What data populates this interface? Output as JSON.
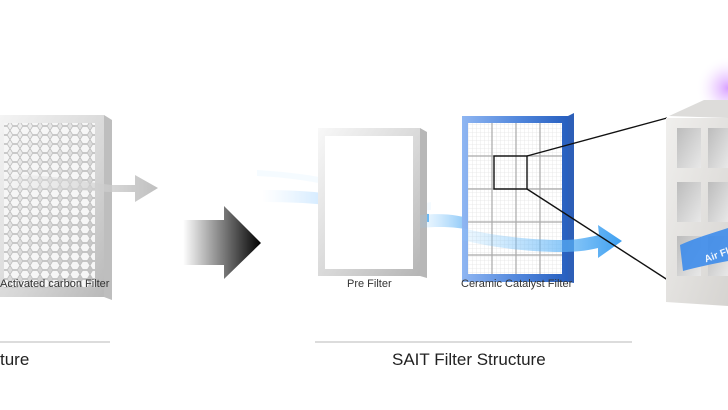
{
  "labels": {
    "activated_carbon_filter": "Activated carbon Filter",
    "pre_filter": "Pre Filter",
    "ceramic_catalyst_filter": "Ceramic Catalyst Filter",
    "air_flow_text": "Air Fl"
  },
  "sections": {
    "left_title": "ture",
    "right_title": "SAIT Filter Structure"
  },
  "colors": {
    "filter_frame": "#d8d8d8",
    "filter_frame_dark": "#a8a8a8",
    "carbon_mesh": "#e6e6e6",
    "ceramic_frame": "#4d82d8",
    "airflow_blue": "#57a8ec",
    "accent_purple": "#c77cff",
    "text": "#333333",
    "divider": "#b8b8b8"
  },
  "icons": {
    "transition": "big-right-arrow-icon",
    "airflow": "airflow-arrow-icon"
  }
}
